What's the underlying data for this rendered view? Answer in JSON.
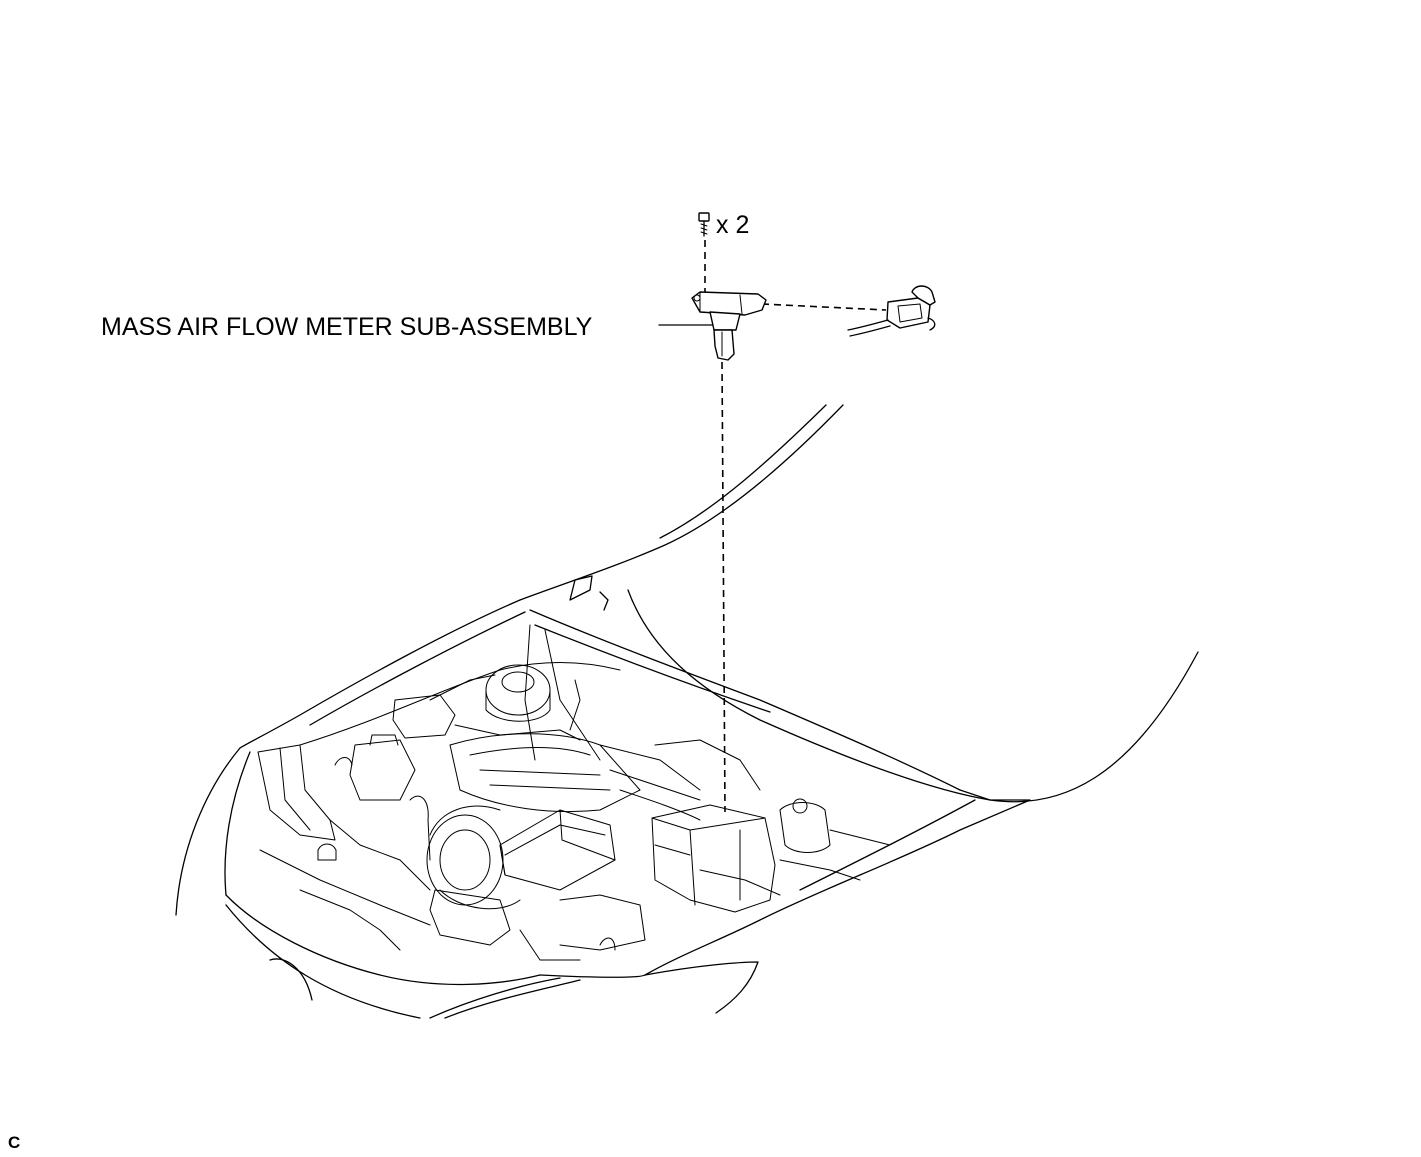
{
  "labels": {
    "part_name": "MASS AIR FLOW METER SUB-ASSEMBLY",
    "bolt_quantity": "x 2",
    "figure_code": "C"
  },
  "icons": {
    "bolt": "bolt-icon",
    "meter": "mass-air-flow-meter-icon",
    "connector": "wire-harness-connector-icon"
  },
  "colors": {
    "line": "#000000",
    "background": "#ffffff"
  }
}
